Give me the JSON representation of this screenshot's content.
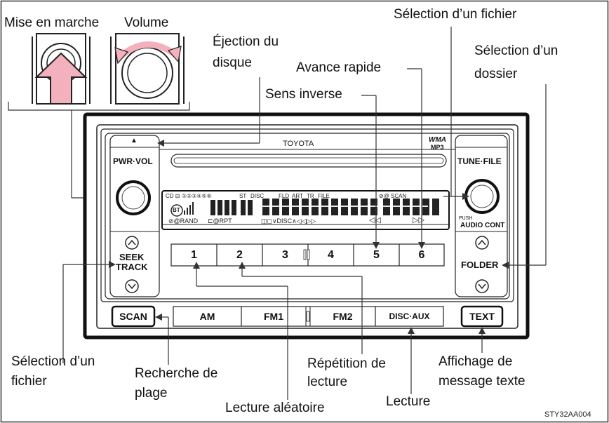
{
  "labels": {
    "mise_en_marche": "Mise en marche",
    "volume": "Volume",
    "ejection_line1": "Éjection du",
    "ejection_line2": "disque",
    "selection_fichier_top": "Sélection d’un fichier",
    "selection_dossier_line1": "Sélection d’un",
    "selection_dossier_line2": "dossier",
    "avance_rapide": "Avance rapide",
    "sens_inverse": "Sens inverse",
    "selection_fichier_left_line1": "Sélection d’un",
    "selection_fichier_left_line2": "fichier",
    "recherche_line1": "Recherche de",
    "recherche_line2": "plage",
    "lecture_aleatoire": "Lecture aléatoire",
    "repetition_line1": "Répétition de",
    "repetition_line2": "lecture",
    "lecture": "Lecture",
    "affichage_line1": "Affichage de",
    "affichage_line2": "message texte"
  },
  "radio": {
    "brand": "TOYOTA",
    "eject_symbol": "▲",
    "wma": "WMA",
    "mp3": "MP3",
    "pwr_vol": "PWR·VOL",
    "tune_file": "TUNE·FILE",
    "push": "PUSH",
    "audio_cont": "AUDIO CONT",
    "seek": "SEEK",
    "track": "TRACK",
    "folder": "FOLDER",
    "presets": [
      "1",
      "2",
      "3",
      "4",
      "5",
      "6"
    ],
    "bottom_buttons": {
      "scan": "SCAN",
      "am": "AM",
      "fm1": "FM1",
      "fm2": "FM2",
      "disc_aux": "DISC·AUX",
      "text": "TEXT"
    },
    "display": {
      "top_row": "CD ⊟ ①②③④⑤⑥",
      "st": "ST",
      "disc": "DISC",
      "fld": "FLD",
      "art": "ART",
      "tr": "TR",
      "file": "FILE",
      "scan": "⊘@ SCAN",
      "bt": "BT",
      "rand": "⊘@RAND",
      "rpt": "⊏@RPT",
      "disc_nav": "◫◻∨DISC∧◁◁▷▷",
      "rew": "◁◁",
      "ff": "▷▷"
    }
  },
  "code": "STY32AA004"
}
